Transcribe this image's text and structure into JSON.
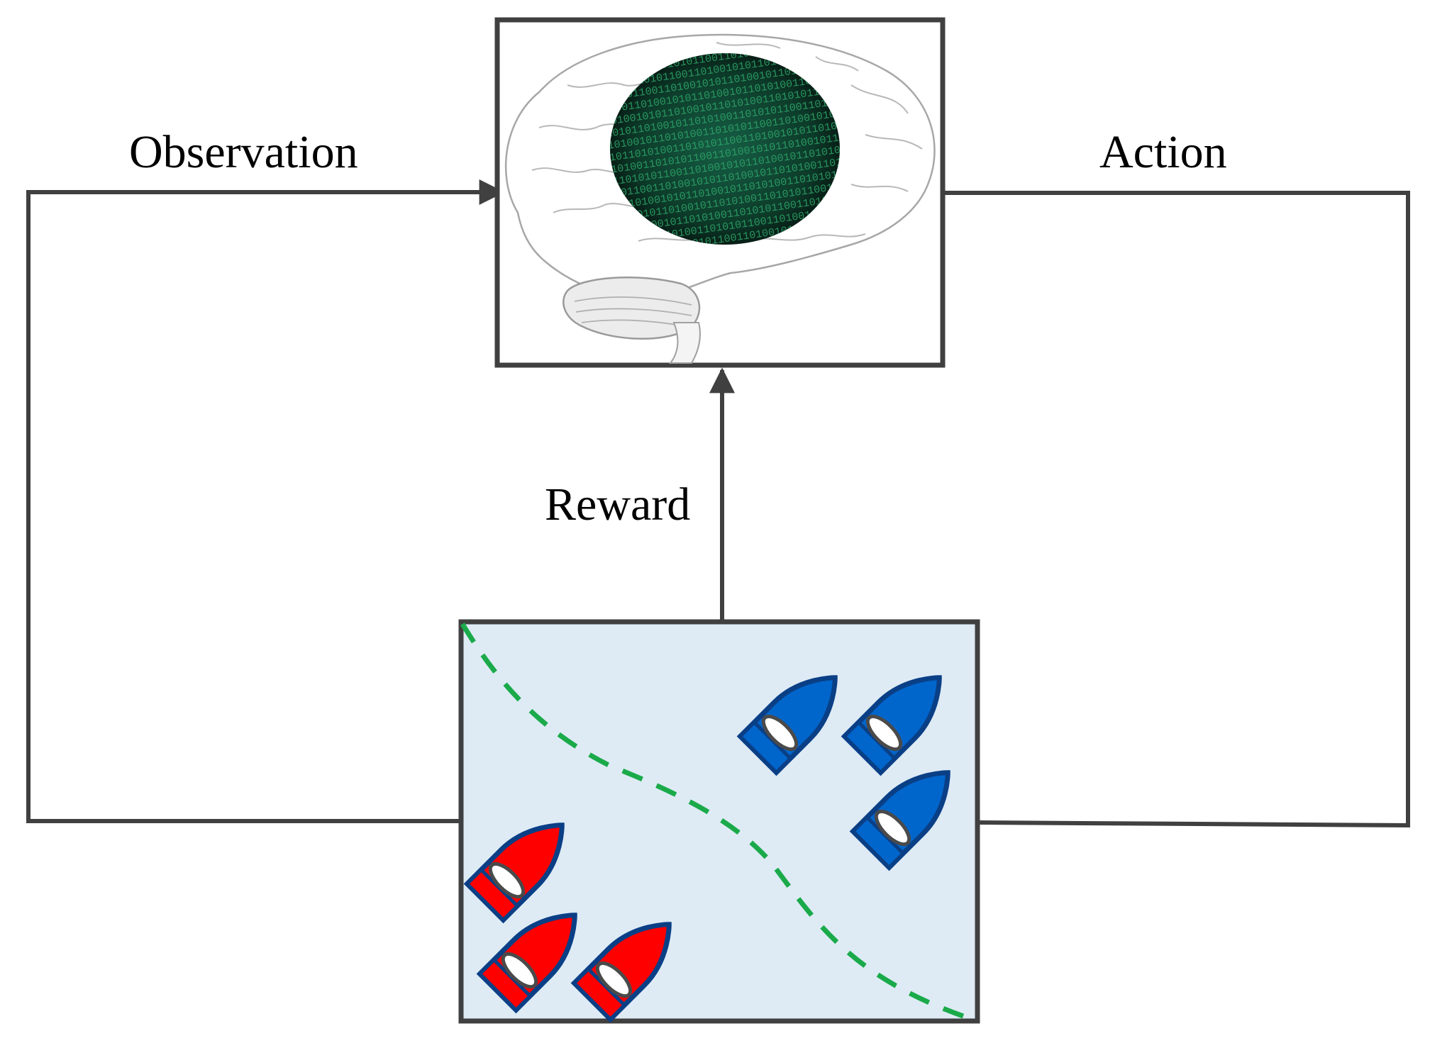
{
  "labels": {
    "observation": "Observation",
    "action": "Action",
    "reward": "Reward"
  },
  "nodes": {
    "agent": "brain-icon",
    "environment": "ship-battle-icon"
  },
  "colors": {
    "line": "#404040",
    "environment_fill": "#deebf5",
    "path": "#1aaa4a",
    "red_ship": "#ff0000",
    "blue_ship": "#0066cc",
    "ship_outline": "#0a3f86",
    "brain_core": "#0d3b2a",
    "binary_text": "#2ea86a"
  },
  "binary_digits": "0110101001101010110011010010101101001"
}
